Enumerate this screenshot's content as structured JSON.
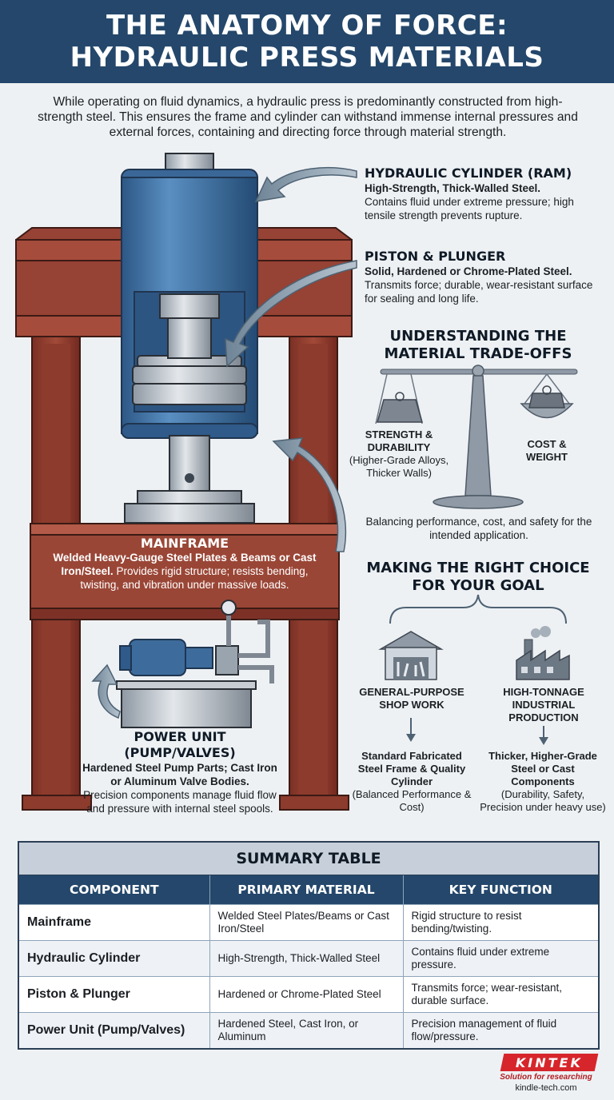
{
  "banner": {
    "line1": "THE ANATOMY OF FORCE:",
    "line2": "HYDRAULIC PRESS MATERIALS"
  },
  "intro": "While operating on fluid dynamics, a hydraulic press is predominantly constructed from high-strength steel. This ensures the frame and cylinder can withstand immense internal pressures and external forces, containing and directing force through material strength.",
  "callouts": {
    "cylinder": {
      "title": "HYDRAULIC CYLINDER (RAM)",
      "sub": "High-Strength, Thick-Walled Steel.",
      "desc": "Contains fluid under extreme pressure; high tensile strength prevents rupture."
    },
    "piston": {
      "title": "PISTON & PLUNGER",
      "sub": "Solid, Hardened or Chrome-Plated Steel.",
      "desc": "Transmits force; durable, wear-resistant surface for sealing and long life."
    },
    "mainframe": {
      "title": "MAINFRAME",
      "sub": "Welded Heavy-Gauge Steel Plates & Beams or Cast Iron/Steel.",
      "desc": "Provides rigid structure; resists bending, twisting, and vibration under massive loads."
    },
    "power": {
      "title_line1": "POWER UNIT",
      "title_line2": "(PUMP/VALVES)",
      "sub": "Hardened Steel Pump Parts; Cast Iron or Aluminum Valve Bodies.",
      "desc": "Precision components manage fluid flow and pressure with internal steel spools."
    }
  },
  "tradeoffs": {
    "title_line1": "UNDERSTANDING THE",
    "title_line2": "MATERIAL TRADE-OFFS",
    "left_line1": "STRENGTH &",
    "left_line2": "DURABILITY",
    "left_note": "(Higher-Grade Alloys, Thicker Walls)",
    "right_line1": "COST &",
    "right_line2": "WEIGHT",
    "caption": "Balancing performance, cost, and safety for the intended application."
  },
  "choice": {
    "title_line1": "MAKING THE RIGHT CHOICE",
    "title_line2": "FOR YOUR GOAL",
    "left_label": "GENERAL-PURPOSE SHOP WORK",
    "left_result": "Standard Fabricated Steel Frame & Quality Cylinder",
    "left_note": "(Balanced Performance & Cost)",
    "right_label": "HIGH-TONNAGE INDUSTRIAL PRODUCTION",
    "right_result": "Thicker, Higher-Grade Steel or Cast Components",
    "right_note": "(Durability, Safety, Precision under heavy use)"
  },
  "table": {
    "title": "SUMMARY TABLE",
    "headers": [
      "COMPONENT",
      "PRIMARY MATERIAL",
      "KEY FUNCTION"
    ],
    "rows": [
      [
        "Mainframe",
        "Welded Steel Plates/Beams or Cast Iron/Steel",
        "Rigid structure to resist bending/twisting."
      ],
      [
        "Hydraulic Cylinder",
        "High-Strength, Thick-Walled Steel",
        "Contains fluid under extreme pressure."
      ],
      [
        "Piston & Plunger",
        "Hardened or Chrome-Plated Steel",
        "Transmits force; wear-resistant, durable surface."
      ],
      [
        "Power Unit (Pump/Valves)",
        "Hardened Steel, Cast Iron, or Aluminum",
        "Precision management of fluid flow/pressure."
      ]
    ]
  },
  "brand": {
    "logo": "KINTEK",
    "tagline": "Solution for researching",
    "site": "kindle-tech.com"
  },
  "colors": {
    "banner": "#24476b",
    "frame": "#8e3a2c",
    "cylinder": "#3d6c9c",
    "steel": "#b8c0c8"
  }
}
